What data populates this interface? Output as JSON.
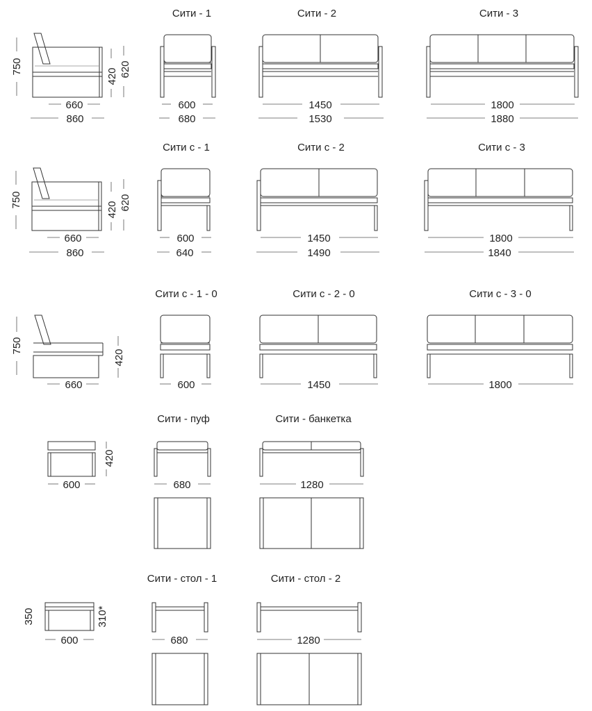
{
  "rows": [
    {
      "titles": [
        "Сити - 1",
        "Сити - 2",
        "Сити - 3"
      ],
      "side": {
        "height": "750",
        "seat": "420",
        "arm": "620",
        "depth_inner": "660",
        "depth_outer": "860"
      },
      "widths": [
        [
          "600",
          "680"
        ],
        [
          "1450",
          "1530"
        ],
        [
          "1800",
          "1880"
        ]
      ]
    },
    {
      "titles": [
        "Сити  с - 1",
        "Сити с  - 2",
        "Сити с - 3"
      ],
      "side": {
        "height": "750",
        "seat": "420",
        "arm": "620",
        "depth_inner": "660",
        "depth_outer": "860"
      },
      "widths": [
        [
          "600",
          "640"
        ],
        [
          "1450",
          "1490"
        ],
        [
          "1800",
          "1840"
        ]
      ]
    },
    {
      "titles": [
        "Сити  с - 1 - 0",
        "Сити с  - 2 - 0",
        "Сити с - 3 - 0"
      ],
      "side": {
        "height": "750",
        "seat": "420",
        "depth": "660"
      },
      "widths": [
        [
          "600"
        ],
        [
          "1450"
        ],
        [
          "1800"
        ]
      ]
    }
  ],
  "ottoman": {
    "titles": [
      "Сити - пуф",
      "Сити - банкетка"
    ],
    "side_width": "600",
    "height": "420",
    "widths": [
      "680",
      "1280"
    ]
  },
  "tables": {
    "titles": [
      "Сити - стол - 1",
      "Сити - стол - 2"
    ],
    "side_width": "600",
    "height": "350",
    "height_alt": "310*",
    "widths": [
      "680",
      "1280"
    ]
  }
}
